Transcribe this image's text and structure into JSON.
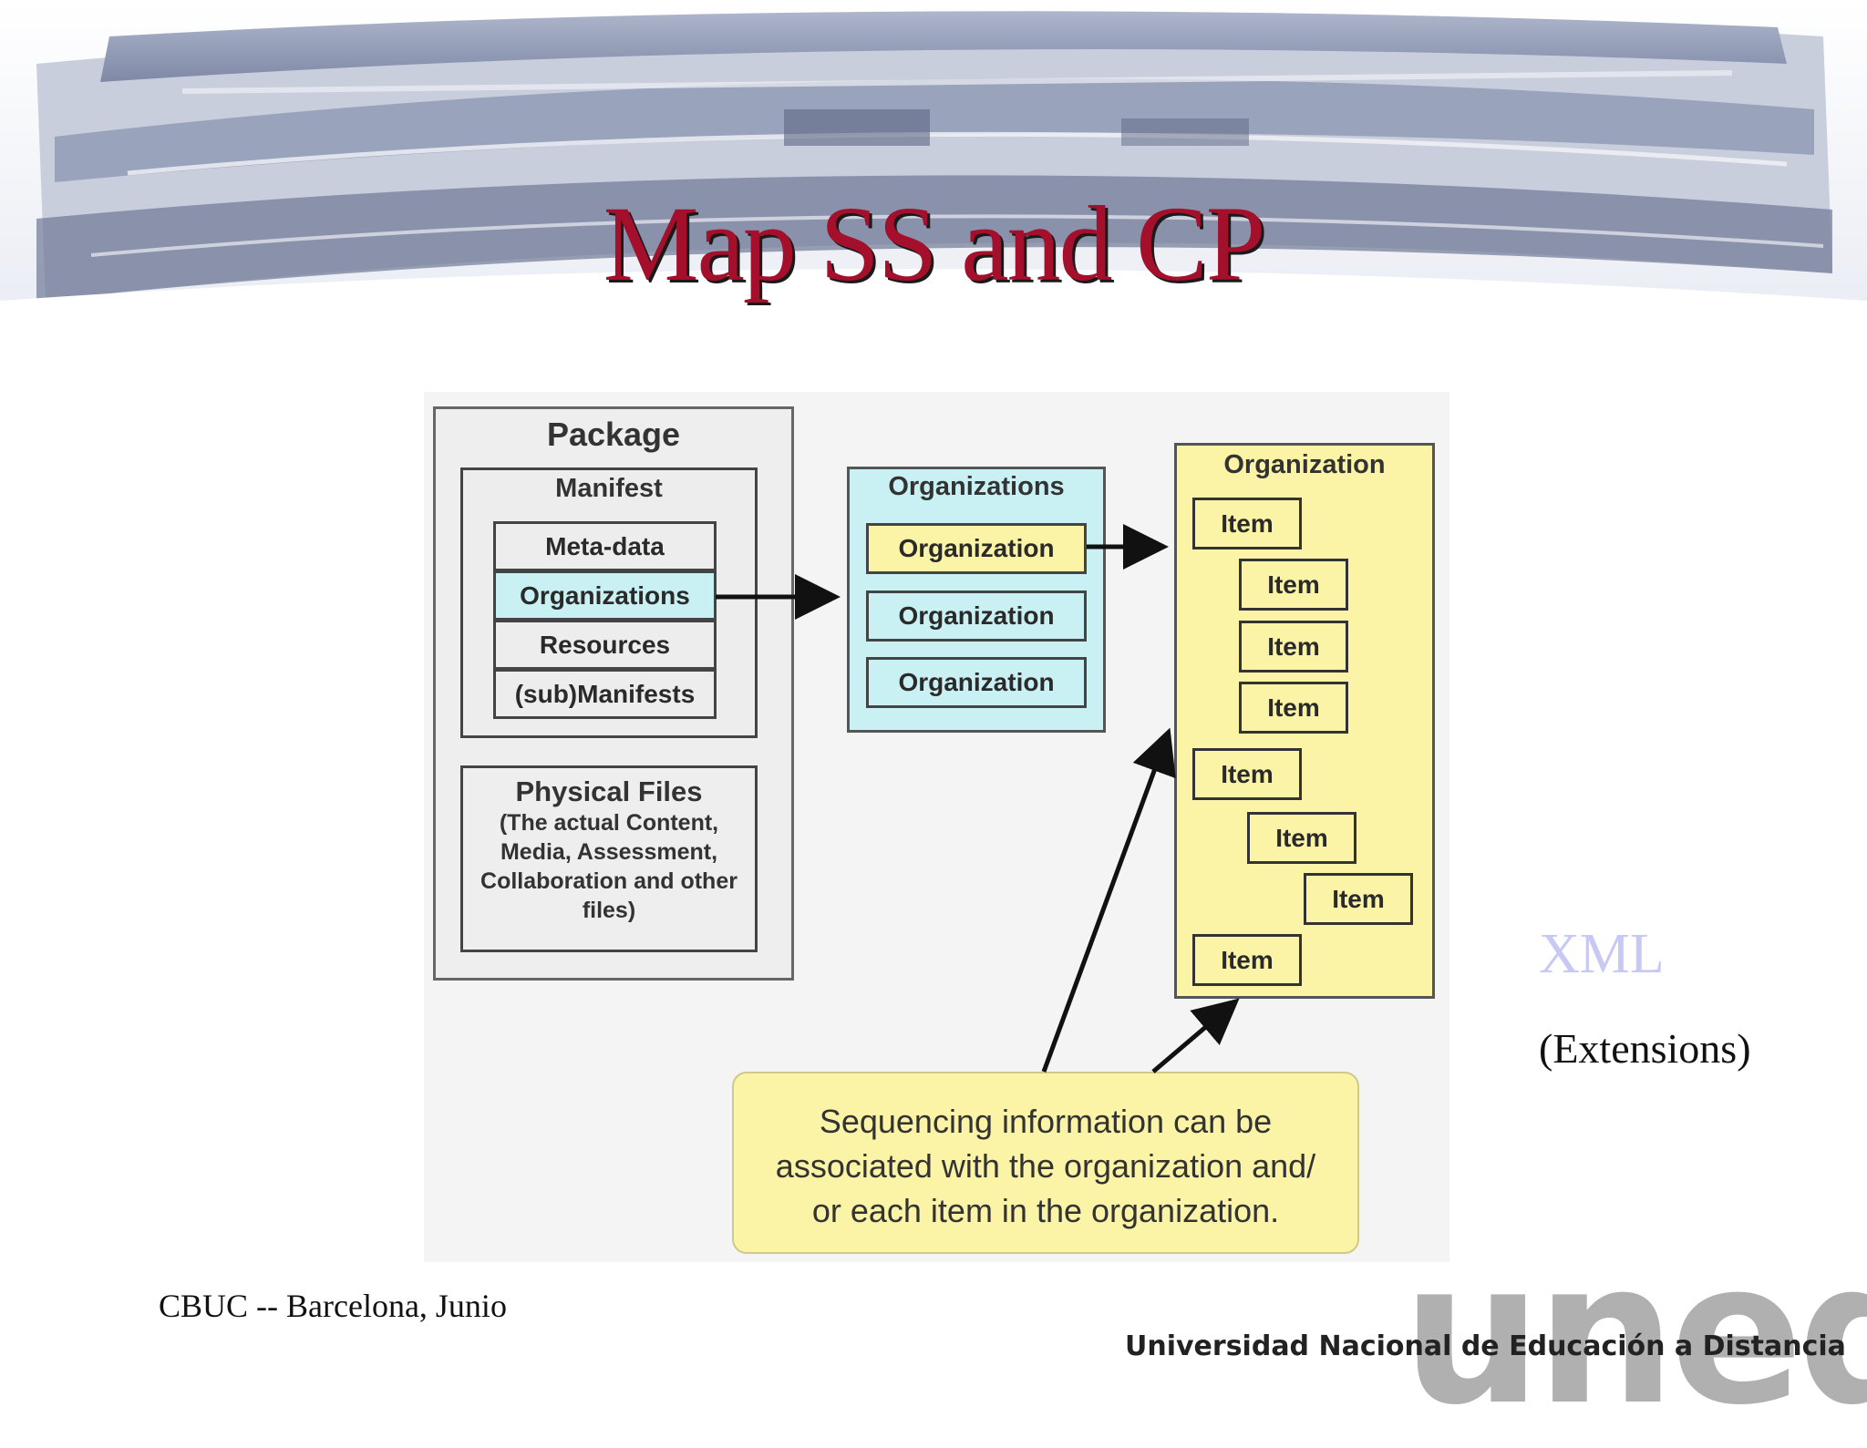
{
  "slide": {
    "title": "Map SS and CP"
  },
  "diagram": {
    "package": {
      "label": "Package",
      "manifest": {
        "label": "Manifest",
        "rows": [
          "Meta-data",
          "Organizations",
          "Resources",
          "(sub)Manifests"
        ]
      },
      "physical_files": {
        "title": "Physical Files",
        "description": [
          "(The actual Content,",
          "Media, Assessment,",
          "Collaboration and other",
          "files)"
        ]
      }
    },
    "organizations": {
      "label": "Organizations",
      "rows": [
        "Organization",
        "Organization",
        "Organization"
      ]
    },
    "organization": {
      "label": "Organization",
      "items": [
        "Item",
        "Item",
        "Item",
        "Item",
        "Item",
        "Item",
        "Item",
        "Item"
      ]
    },
    "note": [
      "Sequencing information can be",
      "associated with the organization and/",
      "or each item in the organization."
    ]
  },
  "side": {
    "xml": "XML",
    "extensions": "(Extensions)"
  },
  "footer": {
    "left_text": "CBUC -- Barcelona, Junio",
    "logo_text": "uned",
    "university": "Universidad Nacional de Educación a Distancia"
  },
  "colors": {
    "title": "#a4102c",
    "cyan_fill": "#c9f0f3",
    "yellow_fill": "#fbf3a6",
    "xml_text": "#c8c8f4"
  }
}
